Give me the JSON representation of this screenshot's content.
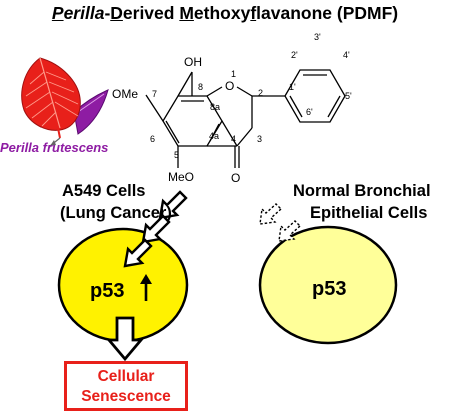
{
  "title": {
    "w1_first": "P",
    "w1_rest": "erilla",
    "dash1": "-",
    "w2_first": "D",
    "w2_rest": "erived ",
    "w3_first": "M",
    "w3_rest": "ethoxy",
    "w3_f": "f",
    "w3_tail": "lavanone (PDMF)"
  },
  "plant": {
    "species_label": "Perilla frutescens",
    "leaf_colors": [
      "#e8201a",
      "#8e1ca3"
    ]
  },
  "molecule": {
    "substituents": {
      "oh": "OH",
      "ome_left": "OMe",
      "ome_bottom": "MeO",
      "carbonyl_o": "O",
      "ring_o": "O"
    },
    "locants": [
      "8",
      "1",
      "2",
      "2'",
      "3'",
      "4'",
      "5'",
      "6'",
      "1'",
      "7",
      "8a",
      "6",
      "4a",
      "5",
      "4",
      "3"
    ]
  },
  "cells": {
    "cancer": {
      "line1": "A549 Cells",
      "line2": "(Lung Cancer)",
      "p53_label": "p53",
      "p53_arrow": "↑",
      "color": "#fff200"
    },
    "normal": {
      "line1": "Normal Bronchial",
      "line2": "Epithelial Cells",
      "p53_label": "p53",
      "color": "#ffff99"
    }
  },
  "outcome": {
    "line1": "Cellular",
    "line2": "Senescence",
    "color": "#e8201a"
  }
}
